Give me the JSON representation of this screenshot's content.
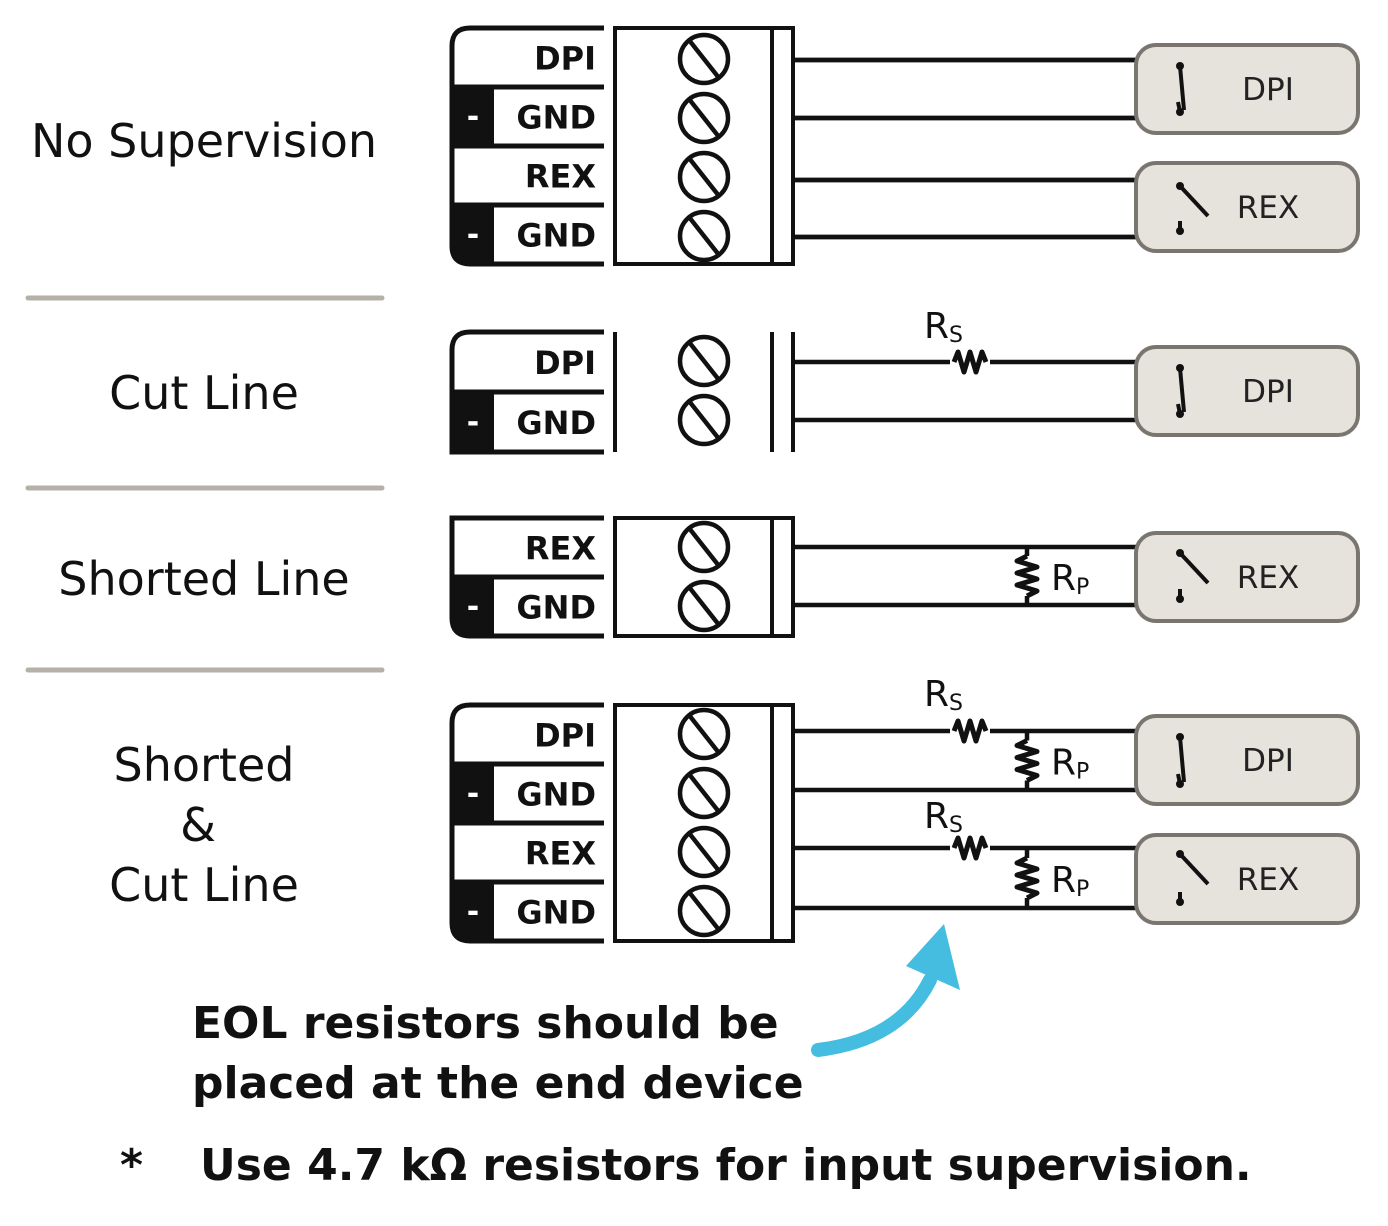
{
  "sections": [
    {
      "label_lines": [
        "No Supervision"
      ]
    },
    {
      "label_lines": [
        "Cut Line"
      ]
    },
    {
      "label_lines": [
        "Shorted Line"
      ]
    },
    {
      "label_lines": [
        "Shorted",
        "&",
        "Cut Line"
      ]
    }
  ],
  "terminal_pins": {
    "no_supervision": [
      "DPI",
      "GND",
      "REX",
      "GND"
    ],
    "cut_line": [
      "DPI",
      "GND"
    ],
    "shorted_line": [
      "REX",
      "GND"
    ],
    "shorted_and_cut": [
      "DPI",
      "GND",
      "REX",
      "GND"
    ]
  },
  "ground_marker": "-",
  "devices": {
    "no_supervision": [
      "DPI",
      "REX"
    ],
    "cut_line": [
      "DPI"
    ],
    "shorted_line": [
      "REX"
    ],
    "shorted_and_cut": [
      "DPI",
      "REX"
    ]
  },
  "resistor_labels": {
    "series": {
      "main": "R",
      "sub": "S"
    },
    "parallel": {
      "main": "R",
      "sub": "P"
    }
  },
  "note_lines": [
    "EOL resistors should be",
    "placed at the end device"
  ],
  "footnote": {
    "symbol": "*",
    "text": "Use 4.7 kΩ resistors for input supervision."
  },
  "colors": {
    "line": "#111111",
    "device_fill": "#e6e2dc",
    "device_stroke": "#7a756e",
    "divider": "#b5b0a8",
    "arrow": "#45bde0"
  }
}
